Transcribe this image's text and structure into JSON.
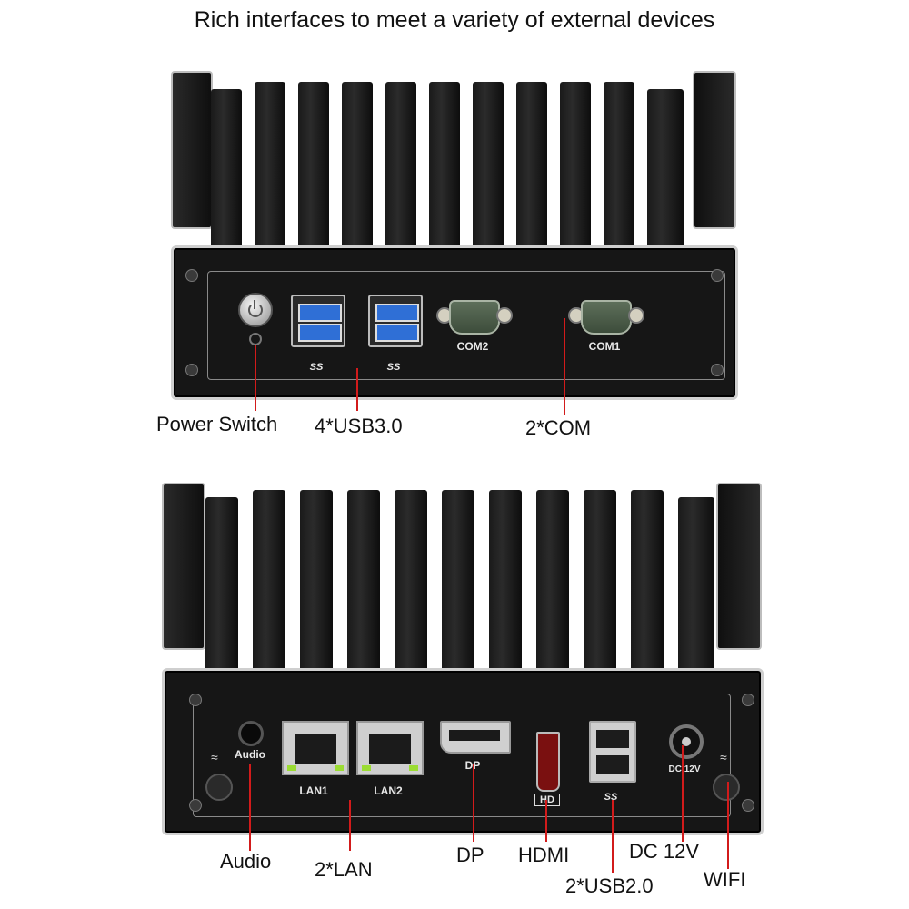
{
  "title": "Rich interfaces to meet a variety of external devices",
  "front": {
    "com2_label": "COM2",
    "com1_label": "COM1",
    "usb_logo_left": "SS",
    "usb_logo_right": "SS",
    "callouts": {
      "power": "Power Switch",
      "usb3": "4*USB3.0",
      "com": "2*COM"
    }
  },
  "back": {
    "audio_label": "Audio",
    "lan1_label": "LAN1",
    "lan2_label": "LAN2",
    "dp_label": "DP",
    "hdmi_logo": "HD",
    "usb2_logo": "SS",
    "dc_label": "DC 12V",
    "callouts": {
      "audio": "Audio",
      "lan": "2*LAN",
      "dp": "DP",
      "hdmi": "HDMI",
      "dc": "DC 12V",
      "usb2": "2*USB2.0",
      "wifi": "WIFI"
    }
  },
  "colors": {
    "leader": "#d21b1b",
    "usb3_blue": "#2f6fd6",
    "lan_led": "#9bdc33"
  }
}
